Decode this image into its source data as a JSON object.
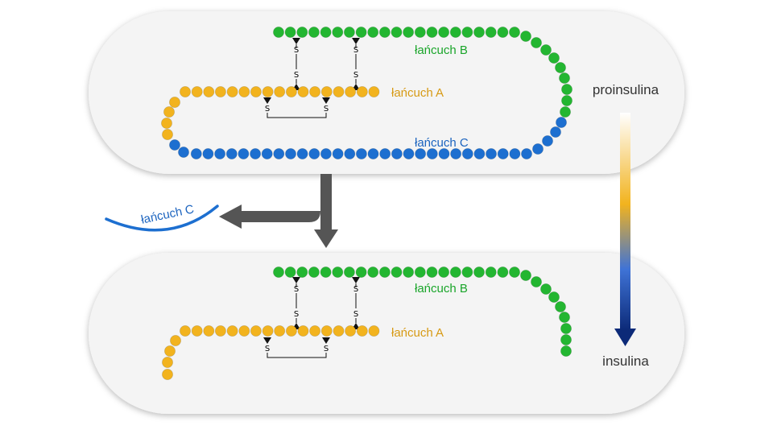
{
  "labels": {
    "proinsulin": "proinsulina",
    "insulin": "insulina",
    "chain_a": "łańcuch A",
    "chain_b": "łańcuch B",
    "chain_c": "łańcuch C",
    "cleaved_chain_c": "łańcuch C",
    "sulfur": "S"
  },
  "colors": {
    "chain_a": "#f2b31e",
    "chain_b": "#23b631",
    "chain_c": "#1d6fd0",
    "chain_a_text": "#d79a14",
    "chain_b_text": "#1aa52a",
    "chain_c_text": "#1c64bf",
    "panel": "#f4f4f4",
    "arrow": "#555555",
    "gradient": [
      "#ffffff",
      "#f2b31e",
      "#3a6fd8",
      "#0c2a78"
    ]
  }
}
